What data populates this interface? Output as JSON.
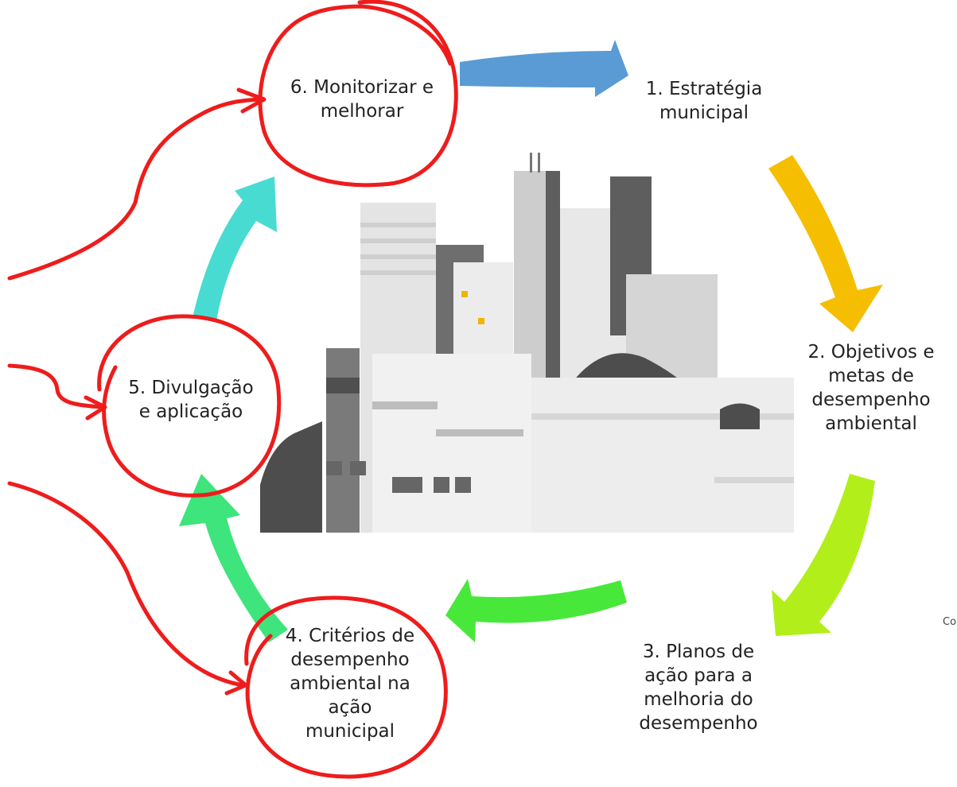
{
  "steps": [
    {
      "text": "1. Estratégia\nmunicipal",
      "color": "#5b9bd5"
    },
    {
      "text": "2. Objetivos e\nmetas de\ndesempenho\nambiental",
      "color": "#f5c000"
    },
    {
      "text": "3. Planos de\nação para a\nmelhoria do\ndesempenho",
      "color": "#b5ee1c"
    },
    {
      "text": "4. Critérios de\ndesempenho\nambiental na\nação\nmunicipal",
      "color": "#3ee87a"
    },
    {
      "text": "5. Divulgação\ne aplicação",
      "color": "#4adbd2"
    },
    {
      "text": "6. Monitorizar e\nmelhorar",
      "color": "#5b9bd5"
    }
  ],
  "arrow_colors": {
    "s1_to_s2": "#f5be00",
    "s2_to_s3": "#b2ef1a",
    "s3_to_s4": "#48e83a",
    "s4_to_s5": "#3ee47c",
    "s5_to_s6": "#48dbd2",
    "s6_to_s1": "#5b9bd5"
  },
  "highlight_color": "#ee1c1c",
  "corner_text": "Co"
}
